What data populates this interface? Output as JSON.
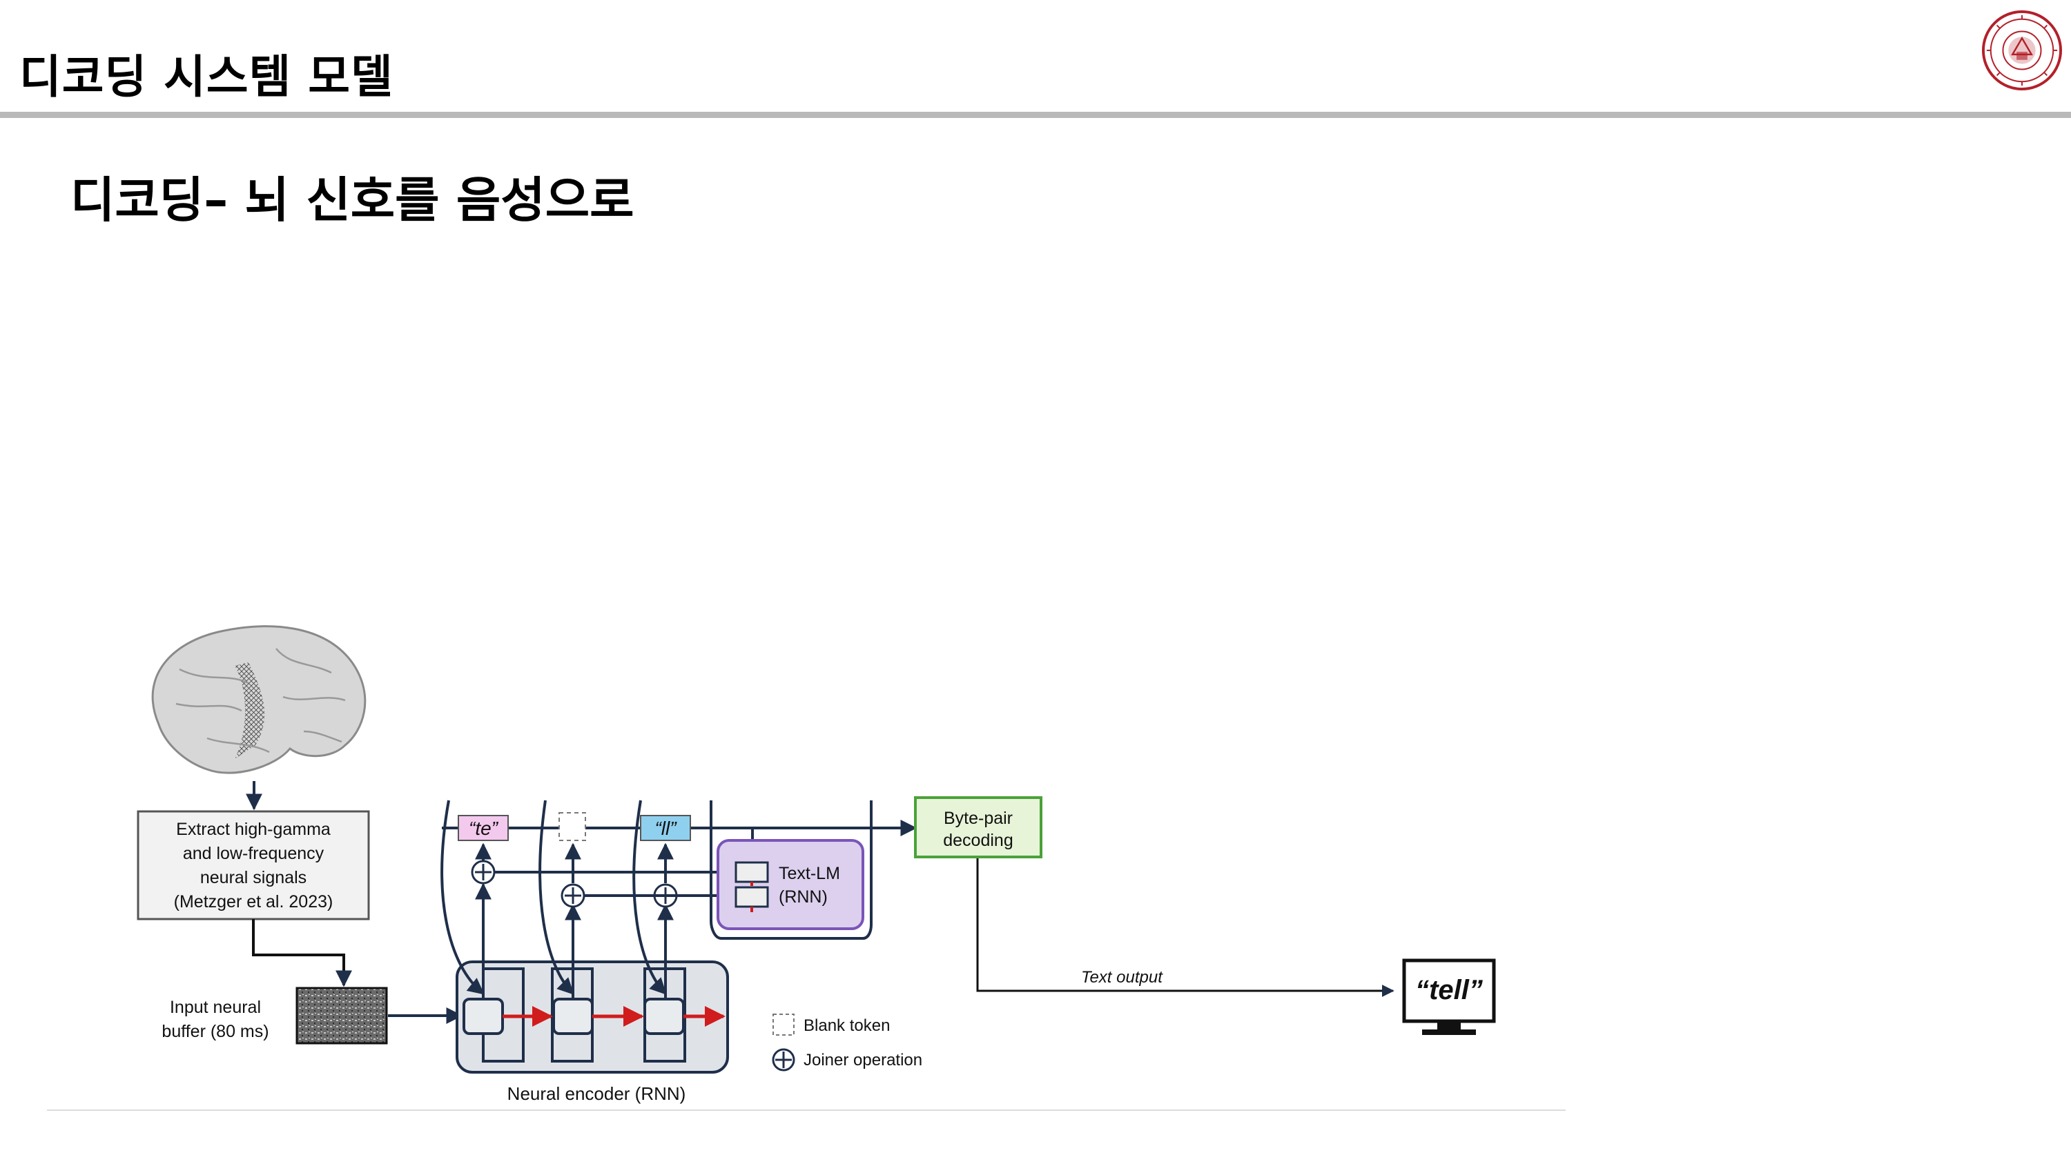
{
  "slide": {
    "header_title": "디코딩 시스템 모델",
    "subtitle": "디코딩– 뇌 신호를 음성으로"
  },
  "logo": {
    "icon": "university-seal-icon",
    "color": "#b3202a"
  },
  "diagram": {
    "extract_box": {
      "line1": "Extract high-gamma",
      "line2": "and low-frequency",
      "line3": "neural signals",
      "line4": "(Metzger et al. 2023)"
    },
    "input_buffer": {
      "line1": "Input neural",
      "line2": "buffer (80 ms)"
    },
    "tokens": {
      "te": "“te”",
      "ll": "“ll”"
    },
    "text_lm": {
      "line1": "Text-LM",
      "line2": "(RNN)"
    },
    "byte_pair": {
      "line1": "Byte-pair",
      "line2": "decoding"
    },
    "text_output_label": "Text output",
    "output_word": "“tell”",
    "encoder_label": "Neural encoder (RNN)",
    "legend": {
      "blank_token": "Blank token",
      "joiner_operation": "Joiner operation"
    },
    "colors": {
      "navy": "#1f2f4a",
      "red_arrow": "#d01c1c",
      "token_te_fill": "#f3c9ee",
      "token_ll_fill": "#8fd0ef",
      "text_lm_fill": "#dcd0ee",
      "text_lm_border": "#7a55b8",
      "byte_pair_fill": "#e7f4d8",
      "byte_pair_border": "#4aa23a",
      "encoder_fill": "#dfe3e8"
    }
  }
}
